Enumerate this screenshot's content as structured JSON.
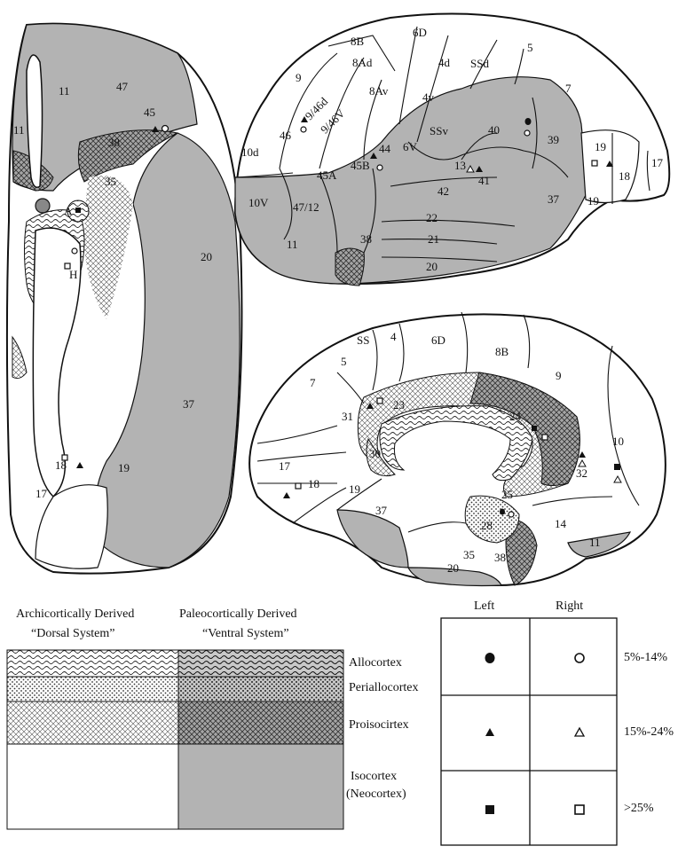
{
  "ventral_view": {
    "areas": [
      "11",
      "47",
      "45",
      "11",
      "38",
      "35",
      "A",
      "H",
      "20",
      "37",
      "19",
      "18",
      "17"
    ]
  },
  "lateral_view": {
    "areas": [
      "6D",
      "8B",
      "8Ad",
      "4d",
      "SSd",
      "5",
      "9",
      "9/46d",
      "9/46V",
      "8Av",
      "7",
      "4v",
      "SSv",
      "40",
      "39",
      "46",
      "10d",
      "44",
      "45B",
      "6V",
      "13",
      "41",
      "19",
      "17",
      "18",
      "45A",
      "42",
      "10V",
      "47/12",
      "22",
      "37",
      "21",
      "11",
      "38",
      "20",
      "19"
    ]
  },
  "medial_view": {
    "areas": [
      "SS",
      "4",
      "6D",
      "8B",
      "9",
      "5",
      "7",
      "31",
      "23",
      "24",
      "10",
      "32",
      "17",
      "18",
      "30",
      "19",
      "25",
      "14",
      "28",
      "37",
      "35",
      "38",
      "11",
      "20"
    ]
  },
  "legend": {
    "col1_title_line1": "Archicortically Derived",
    "col1_title_line2": "“Dorsal System”",
    "col2_title_line1": "Paleocortically Derived",
    "col2_title_line2": "“Ventral System”",
    "rows": [
      "Allocortex",
      "Periallocortex",
      "Proisocirtex",
      "Isocortex (Neocortex)"
    ],
    "isocortex_line1": "Isocortex",
    "isocortex_line2": "(Neocortex)"
  },
  "symbol_key": {
    "col_left": "Left",
    "col_right": "Right",
    "ranges": [
      "5%-14%",
      "15%-24%",
      ">25%"
    ],
    "symbols": [
      {
        "left": "filled-circle",
        "right": "open-circle"
      },
      {
        "left": "filled-triangle",
        "right": "open-triangle"
      },
      {
        "left": "filled-square",
        "right": "open-square"
      }
    ]
  },
  "colors": {
    "isocortex_ventral": "#b3b3b3",
    "outline": "#111111"
  }
}
